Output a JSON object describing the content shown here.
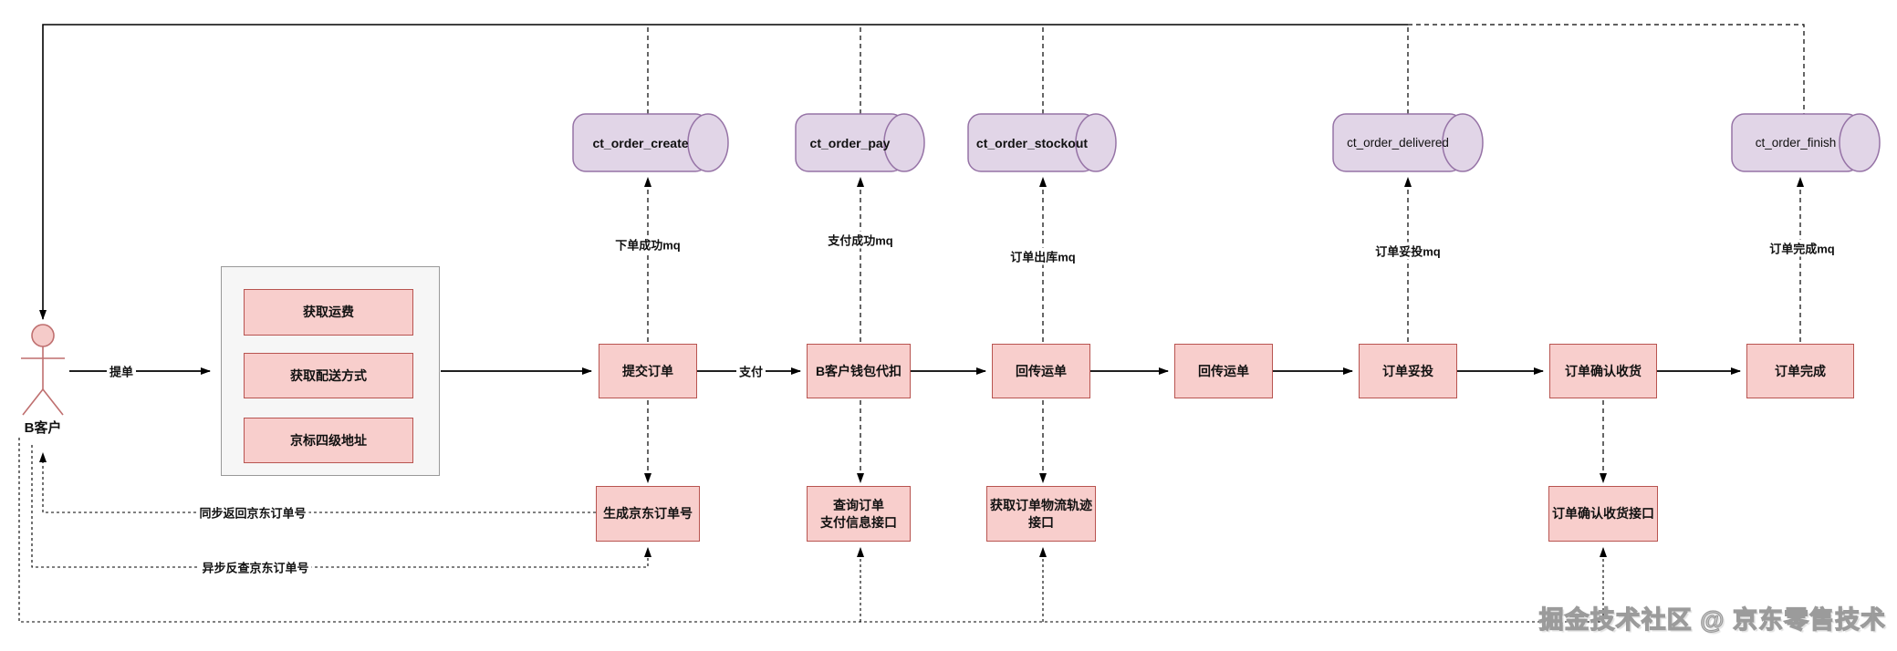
{
  "diagram": {
    "actor": {
      "label": "B客户"
    },
    "pre_order_group": {
      "items": [
        {
          "label": "获取运费"
        },
        {
          "label": "获取配送方式"
        },
        {
          "label": "京标四级地址"
        }
      ]
    },
    "queues": [
      {
        "name": "ct_order_create",
        "mq_label": "下单成功mq"
      },
      {
        "name": "ct_order_pay",
        "mq_label": "支付成功mq"
      },
      {
        "name": "ct_order_stockout",
        "mq_label": "订单出库mq"
      },
      {
        "name": "ct_order_delivered",
        "mq_label": "订单妥投mq"
      },
      {
        "name": "ct_order_finish",
        "mq_label": "订单完成mq"
      }
    ],
    "main_flow": [
      {
        "label": "提交订单"
      },
      {
        "label": "B客户钱包代扣"
      },
      {
        "label": "回传运单"
      },
      {
        "label": "回传运单"
      },
      {
        "label": "订单妥投"
      },
      {
        "label": "订单确认收货"
      },
      {
        "label": "订单完成"
      }
    ],
    "interfaces": [
      {
        "label": "生成京东订单号"
      },
      {
        "label": "查询订单\n支付信息接口"
      },
      {
        "label": "获取订单物流轨迹\n接口"
      },
      {
        "label": "订单确认收货接口"
      }
    ],
    "edge_labels": {
      "submit": "提单",
      "pay": "支付",
      "sync_return": "同步返回京东订单号",
      "async_query": "异步反查京东订单号"
    },
    "watermark": "掘金技术社区 @ 京东零售技术",
    "colors": {
      "box_fill": "#f8cecc",
      "box_stroke": "#b85450",
      "queue_fill": "#e1d5e7",
      "queue_stroke": "#9673a6",
      "group_fill": "#f6f6f6",
      "group_stroke": "#999999"
    }
  }
}
